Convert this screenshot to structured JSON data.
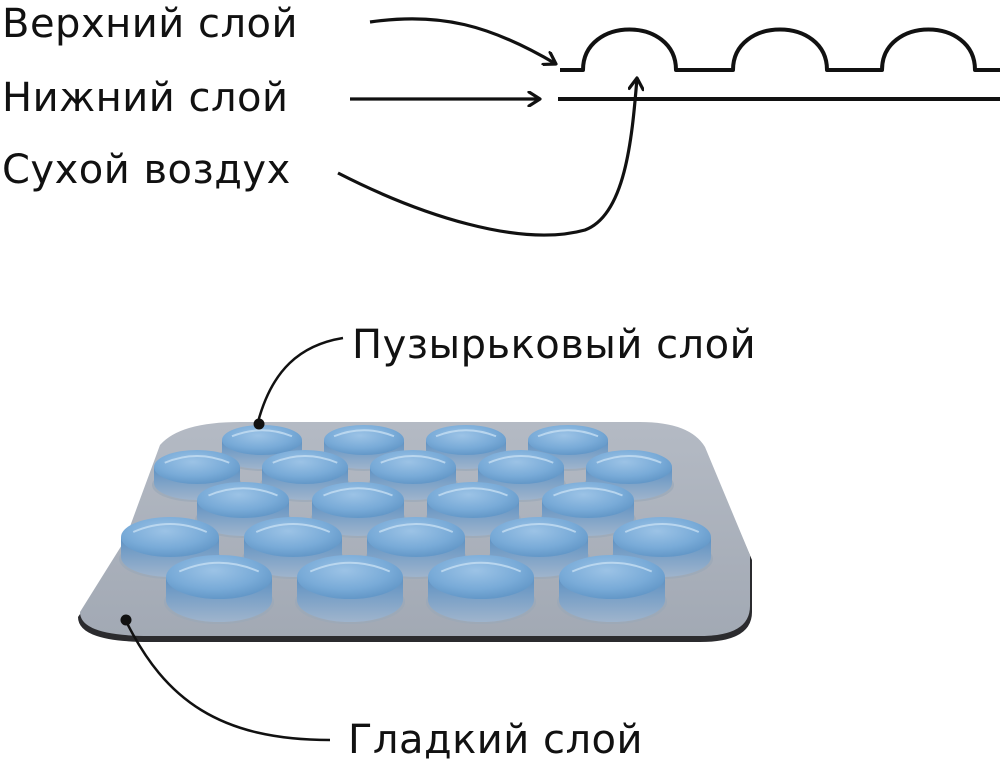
{
  "diagram": {
    "top_labels": {
      "upper_layer": "Верхний слой",
      "lower_layer": "Нижний слой",
      "dry_air": "Сухой воздух"
    },
    "callouts": {
      "bubble_layer": "Пузырьковый слой",
      "smooth_layer": "Гладкий слой"
    },
    "colors": {
      "line": "#111111",
      "sheet": "#a9b0bb",
      "sheet_edge": "#2b2b2e",
      "bubble": "#6fa2cf",
      "bubble_top": "#8cb8df",
      "bubble_side": "#5b8fbf"
    },
    "bubble_rows": [
      4,
      5,
      4,
      5,
      4
    ]
  }
}
